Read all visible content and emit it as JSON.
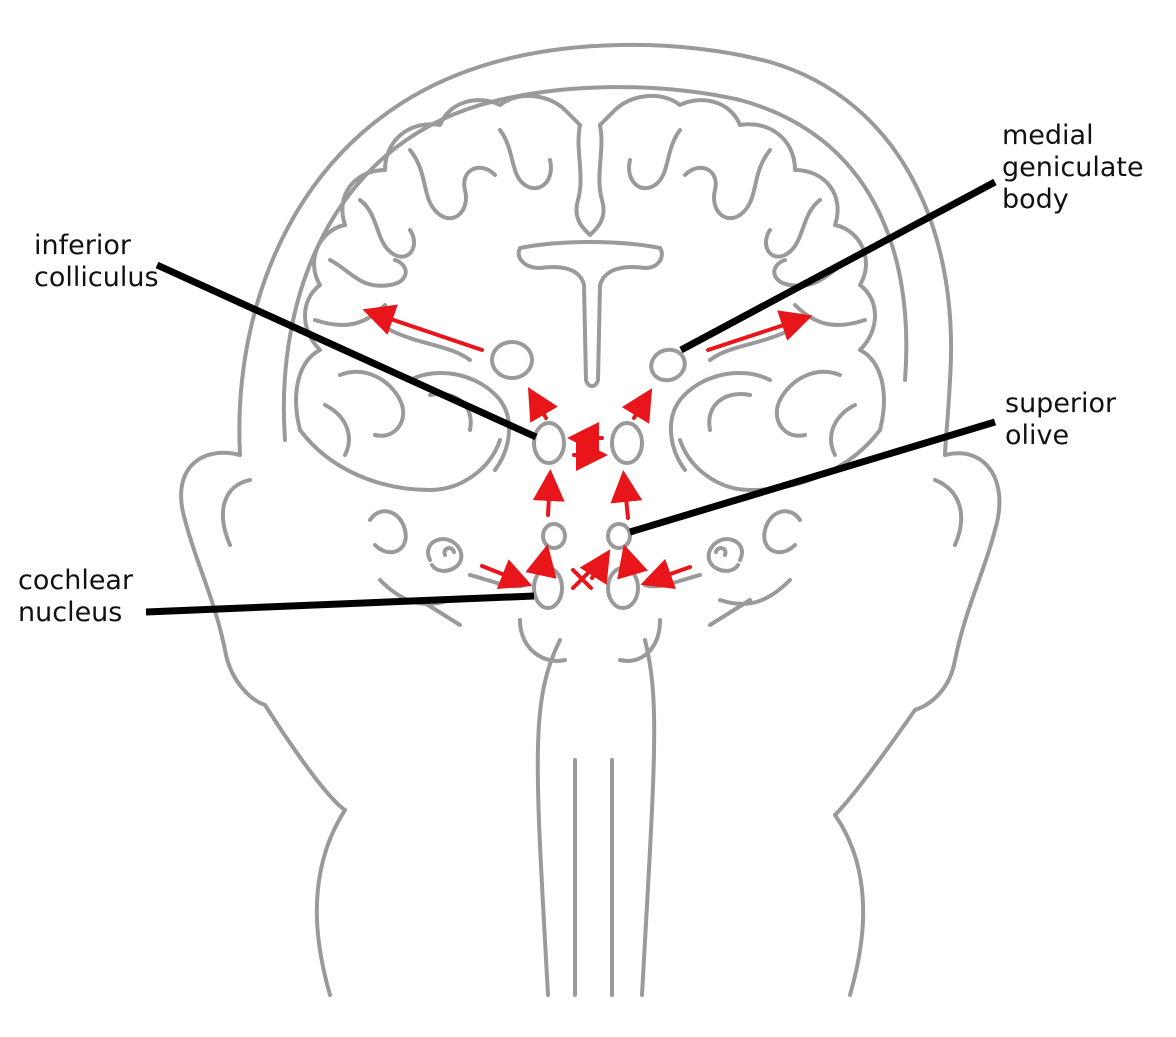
{
  "labels": {
    "inferior_colliculus": [
      "inferior",
      "colliculus"
    ],
    "cochlear_nucleus": [
      "cochlear",
      "nucleus"
    ],
    "medial_geniculate_body": [
      "medial",
      "geniculate",
      "body"
    ],
    "superior_olive": [
      "superior",
      "olive"
    ]
  },
  "colors": {
    "outline": "#9a9a9a",
    "pathway": "#e8161b",
    "leader": "#000000",
    "background": "#ffffff"
  },
  "icons": [
    "cross-x-icon"
  ]
}
